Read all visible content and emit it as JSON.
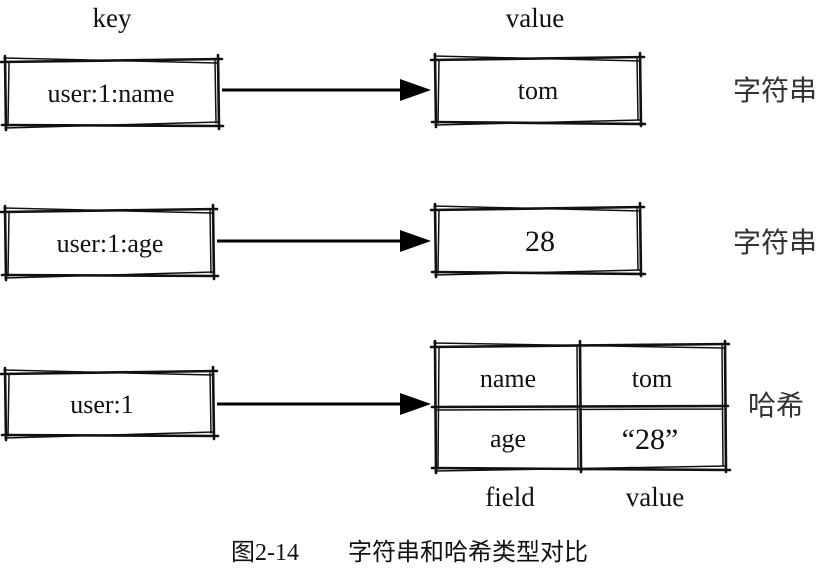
{
  "headers": {
    "key": "key",
    "value": "value"
  },
  "rows": [
    {
      "key": "user:1:name",
      "value": "tom",
      "type": "字符串"
    },
    {
      "key": "user:1:age",
      "value": "28",
      "type": "字符串"
    },
    {
      "key": "user:1",
      "type": "哈希",
      "hash": [
        {
          "field": "name",
          "value": "tom"
        },
        {
          "field": "age",
          "value": "“28”"
        }
      ]
    }
  ],
  "hash_columns": {
    "field": "field",
    "value": "value"
  },
  "caption": {
    "label": "图2-14",
    "text": "字符串和哈希类型对比"
  }
}
